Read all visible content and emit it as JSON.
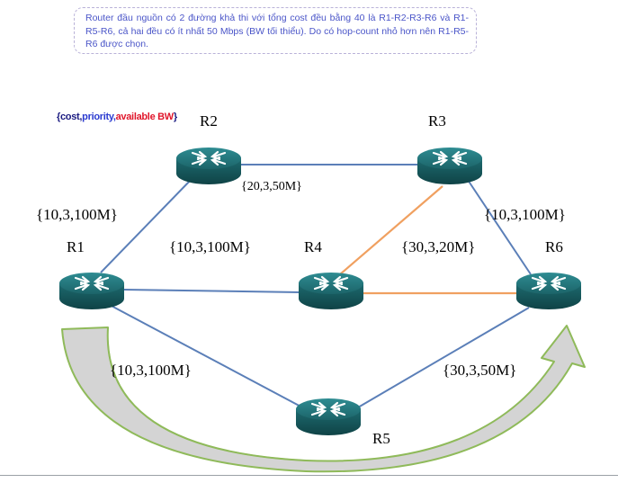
{
  "note": {
    "text": "Router đầu nguồn có 2 đường khả thi với tổng cost đều bằng 40 là R1-R2-R3-R6 và R1-R5-R6, cả hai đều có ít nhất 50 Mbps (BW tối thiểu). Do có hop-count nhỏ hơn nên R1-R5-R6 được chọn."
  },
  "legend": {
    "open": "{",
    "cost": "cost,",
    "priority": "priority,",
    "bw": "available BW",
    "close": "}"
  },
  "routers": {
    "r1": "R1",
    "r2": "R2",
    "r3": "R3",
    "r4": "R4",
    "r5": "R5",
    "r6": "R6"
  },
  "links": {
    "r1_r2": "{10,3,100M}",
    "r2_r3": "{20,3,50M}",
    "r1_r4": "{10,3,100M}",
    "r4_r3_r6": "{30,3,20M}",
    "r3_r6": "{10,3,100M}",
    "r1_r5": "{10,3,100M}",
    "r5_r6": "{30,3,50M}"
  },
  "colors": {
    "link_blue": "#5b7fb8",
    "link_orange": "#f0a060",
    "router_body": "#1f6b70",
    "arrow_outline": "#8fba5a",
    "arrow_fill": "#d4d4d4",
    "note_text": "#4a55c8"
  },
  "icons": {
    "router": "router-icon",
    "selected_path": "curved-arrow"
  }
}
